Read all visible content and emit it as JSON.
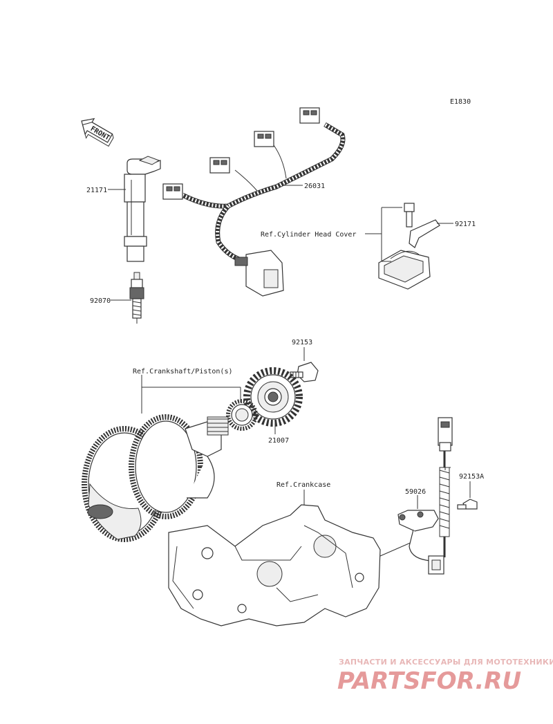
{
  "diagram_code": "E1830",
  "front_arrow": "FRONT",
  "labels": {
    "p21171": "21171",
    "p92070": "92070",
    "p26031": "26031",
    "p92171": "92171",
    "ref_head_cover": "Ref.Cylinder Head Cover",
    "p92153": "92153",
    "ref_crankshaft": "Ref.Crankshaft/Piston(s)",
    "p21007": "21007",
    "ref_crankcase": "Ref.Crankcase",
    "p59026": "59026",
    "p92153A": "92153A"
  },
  "watermark": {
    "tagline": "ЗАПЧАСТИ И АКСЕССУАРЫ ДЛЯ МОТОТЕХНИКИ",
    "logo": "PARTSFOR.RU"
  }
}
